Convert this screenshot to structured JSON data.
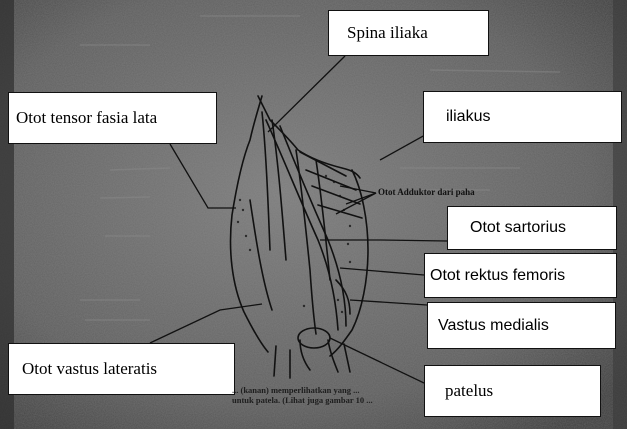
{
  "labels": {
    "spina_iliaka": "Spina iliaka",
    "tensor_fasia_lata": "Otot tensor fasia lata",
    "iliakus": "iliakus",
    "adduktor": "Otot Adduktor dari paha",
    "sartorius": "Otot sartorius",
    "rektus_femoris": "Otot rektus femoris",
    "vastus_medialis": "Vastus medialis",
    "vastus_lateratis": "Otot vastus lateratis",
    "patelus": "patelus"
  },
  "caption": {
    "line1": "... (kanan) memperlihatkan yang ...",
    "line2": "untuk patela. (Lihat juga gambar 10 ..."
  },
  "colors": {
    "scan_background": "#5a5a5a",
    "label_box": "#ffffff",
    "ink": "#111111"
  }
}
